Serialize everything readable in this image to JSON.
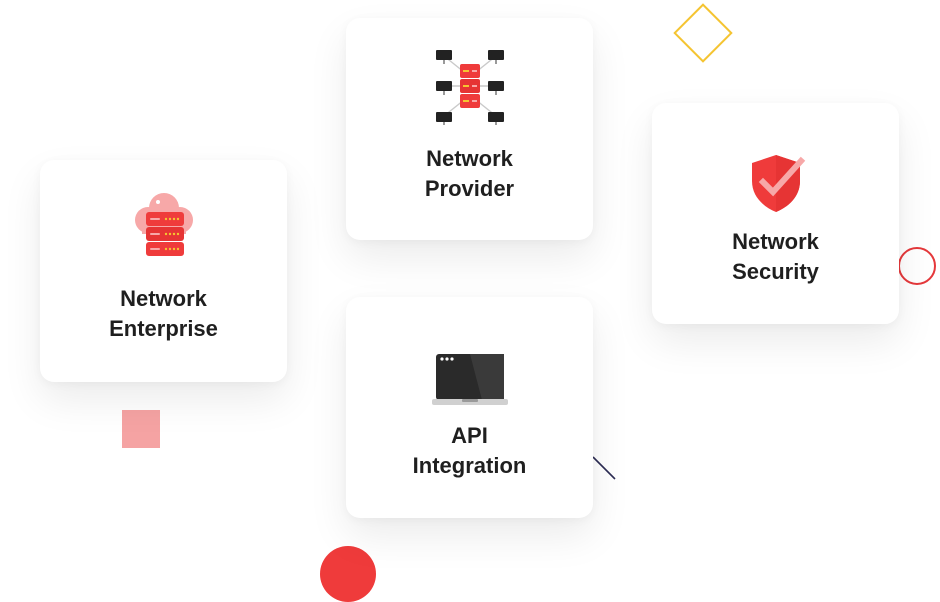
{
  "cards": {
    "enterprise": {
      "title": "Network\nEnterprise",
      "icon": "cloud-server-icon"
    },
    "provider": {
      "title": "Network\nProvider",
      "icon": "server-network-icon"
    },
    "security": {
      "title": "Network\nSecurity",
      "icon": "shield-check-icon"
    },
    "api": {
      "title": "API\nIntegration",
      "icon": "laptop-icon"
    }
  },
  "colors": {
    "accent_red": "#ef3b3b",
    "light_red": "#f5a3a3",
    "yellow": "#f5c431",
    "navy": "#2c2c54",
    "dark": "#1f1f1f"
  }
}
